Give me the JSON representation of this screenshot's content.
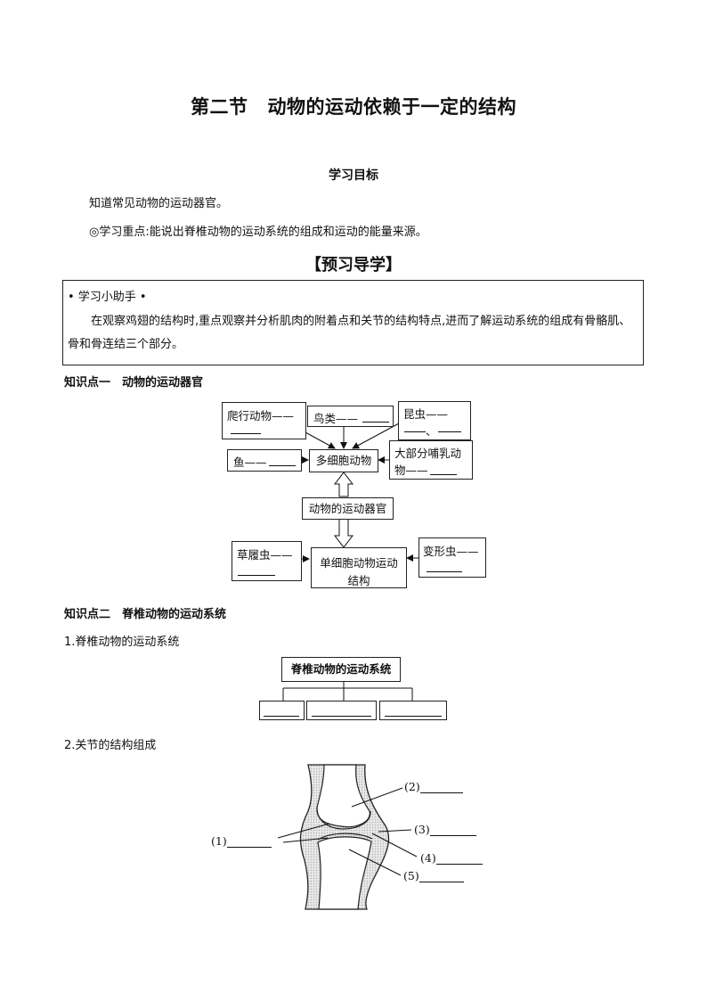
{
  "title": {
    "part1": "第二节",
    "part2": "动物的运动依赖于一定的结构"
  },
  "objectives": {
    "heading": "学习目标",
    "line1": "知道常见动物的运动器官。",
    "line2": "◎学习重点:能说出脊椎动物的运动系统的组成和运动的能量来源。"
  },
  "preview_heading": "【预习导学】",
  "tip": {
    "title": "• 学习小助手 •",
    "body": "在观察鸡翅的结构时,重点观察并分析肌肉的附着点和关节的结构特点,进而了解运动系统的组成有骨骼肌、骨和骨连结三个部分。"
  },
  "kp1": {
    "heading": "知识点一　动物的运动器官",
    "reptile": "爬行动物——",
    "bird": "鸟类——",
    "insect": "昆虫——",
    "insect_sep": "、",
    "fish": "鱼——",
    "multi": "多细胞动物",
    "mammal_1": "大部分哺乳动",
    "mammal_2": "物——",
    "organ": "动物的运动器官",
    "paramecium": "草履虫——",
    "single_1": "单细胞动物运动",
    "single_2": "结构",
    "amoeba": "变形虫——"
  },
  "kp2": {
    "heading": "知识点二　脊椎动物的运动系统",
    "sub1": "1.脊椎动物的运动系统",
    "system_box": "脊椎动物的运动系统",
    "sub2": "2.关节的结构组成",
    "labels": [
      "(1)",
      "(2)",
      "(3)",
      "(4)",
      "(5)"
    ]
  }
}
